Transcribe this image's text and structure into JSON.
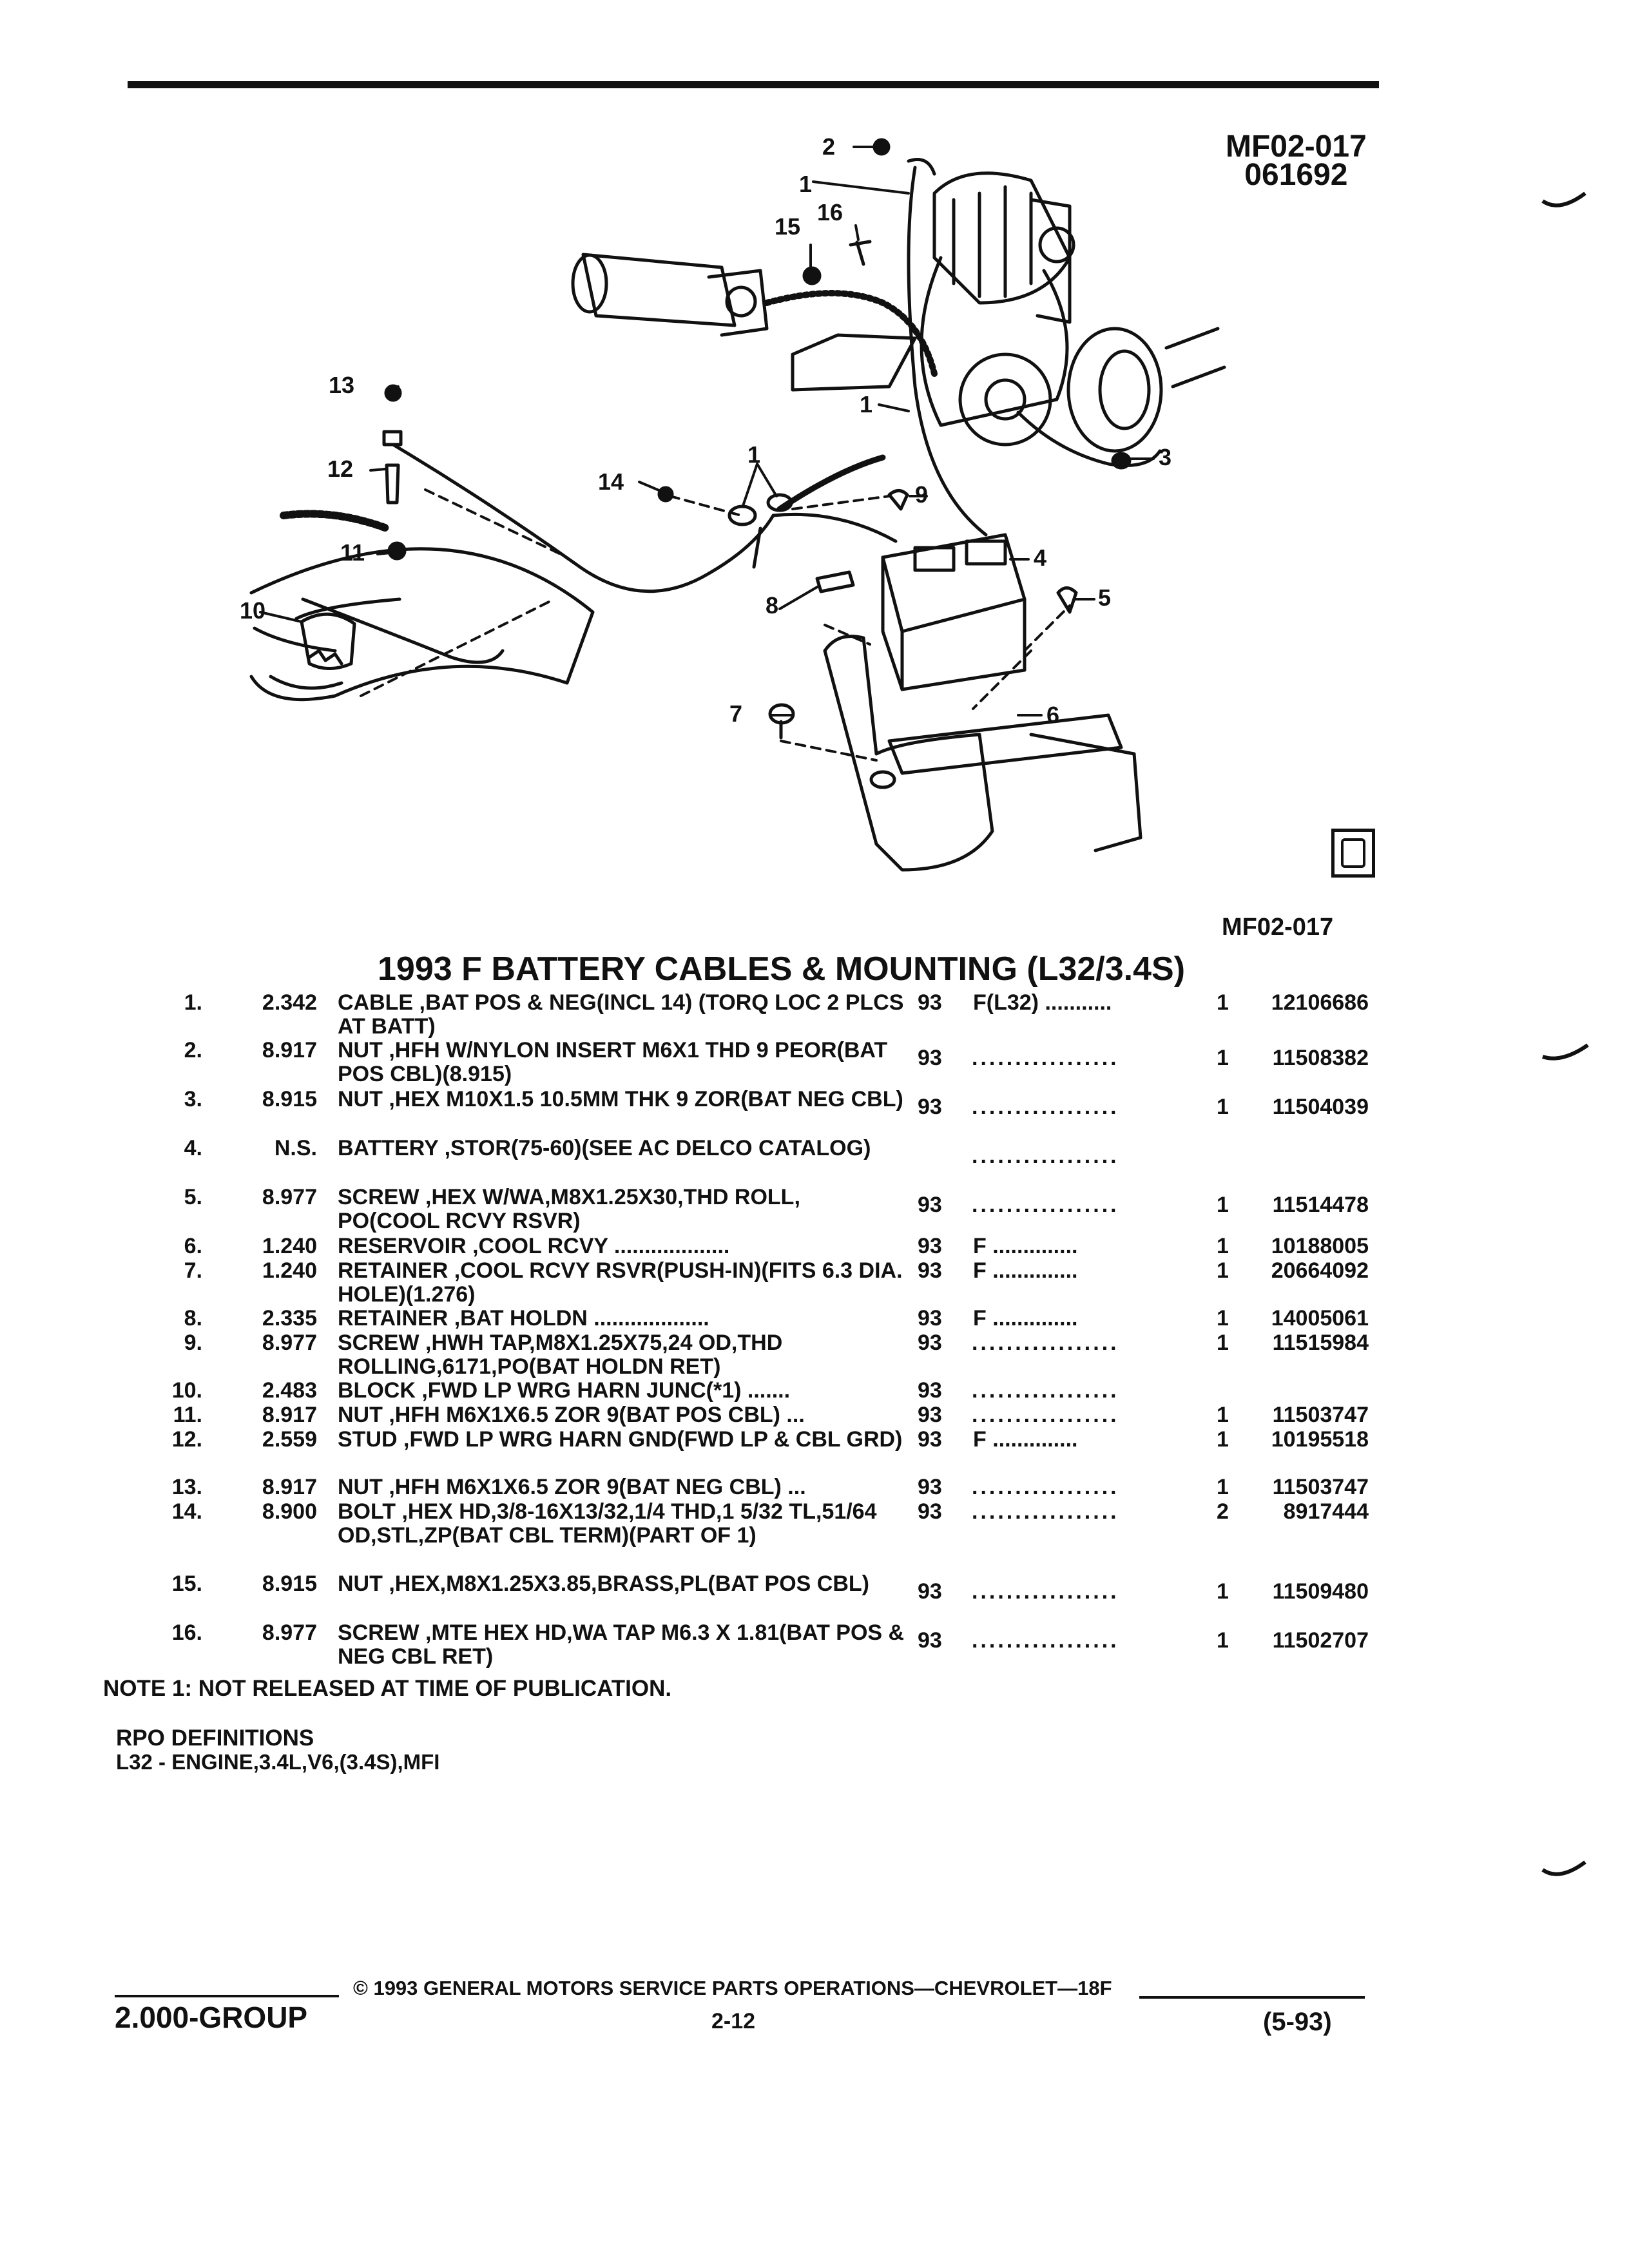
{
  "header": {
    "fig_code": "MF02-017",
    "fig_date": "061692"
  },
  "diagram": {
    "callouts": [
      "1",
      "1",
      "1",
      "2",
      "3",
      "4",
      "5",
      "6",
      "7",
      "8",
      "9",
      "10",
      "11",
      "12",
      "13",
      "14",
      "15",
      "16"
    ]
  },
  "ref_code": "MF02-017",
  "section_title": "1993 F BATTERY CABLES & MOUNTING (L32/3.4S)",
  "parts": [
    {
      "num": "1.",
      "group": "2.342",
      "desc": "CABLE ,BAT POS & NEG(INCL 14) (TORQ LOC 2 PLCS AT BATT)",
      "year": "93",
      "series": "F(L32) ...........",
      "qty": "1",
      "part_no": "12106686"
    },
    {
      "num": "2.",
      "group": "8.917",
      "desc": "NUT ,HFH W/NYLON INSERT M6X1 THD 9 PEOR(BAT POS CBL)(8.915)",
      "year": "93",
      "series": ".................",
      "qty": "1",
      "part_no": "11508382"
    },
    {
      "num": "3.",
      "group": "8.915",
      "desc": "NUT ,HEX M10X1.5 10.5MM THK 9 ZOR(BAT NEG CBL)",
      "year": "93",
      "series": ".................",
      "qty": "1",
      "part_no": "11504039"
    },
    {
      "num": "4.",
      "group": "N.S.",
      "desc": "BATTERY ,STOR(75-60)(SEE AC DELCO CATALOG)",
      "year": "",
      "series": ".................",
      "qty": "",
      "part_no": ""
    },
    {
      "num": "5.",
      "group": "8.977",
      "desc": "SCREW ,HEX W/WA,M8X1.25X30,THD ROLL, PO(COOL RCVY RSVR)",
      "year": "93",
      "series": ".................",
      "qty": "1",
      "part_no": "11514478"
    },
    {
      "num": "6.",
      "group": "1.240",
      "desc": "RESERVOIR ,COOL RCVY ...................",
      "year": "93",
      "series": "F ..............",
      "qty": "1",
      "part_no": "10188005"
    },
    {
      "num": "7.",
      "group": "1.240",
      "desc": "RETAINER ,COOL RCVY RSVR(PUSH-IN)(FITS 6.3 DIA. HOLE)(1.276)",
      "year": "93",
      "series": "F ..............",
      "qty": "1",
      "part_no": "20664092"
    },
    {
      "num": "8.",
      "group": "2.335",
      "desc": "RETAINER ,BAT HOLDN ...................",
      "year": "93",
      "series": "F ..............",
      "qty": "1",
      "part_no": "14005061"
    },
    {
      "num": "9.",
      "group": "8.977",
      "desc": "SCREW ,HWH TAP,M8X1.25X75,24 OD,THD ROLLING,6171,PO(BAT HOLDN RET)",
      "year": "93",
      "series": ".................",
      "qty": "1",
      "part_no": "11515984"
    },
    {
      "num": "10.",
      "group": "2.483",
      "desc": "BLOCK ,FWD LP WRG HARN JUNC(*1) .......",
      "year": "93",
      "series": ".................",
      "qty": "",
      "part_no": ""
    },
    {
      "num": "11.",
      "group": "8.917",
      "desc": "NUT ,HFH M6X1X6.5 ZOR 9(BAT POS CBL) ...",
      "year": "93",
      "series": ".................",
      "qty": "1",
      "part_no": "11503747"
    },
    {
      "num": "12.",
      "group": "2.559",
      "desc": "STUD ,FWD LP WRG HARN GND(FWD LP & CBL GRD)",
      "year": "93",
      "series": "F ..............",
      "qty": "1",
      "part_no": "10195518"
    },
    {
      "num": "13.",
      "group": "8.917",
      "desc": "NUT ,HFH M6X1X6.5 ZOR 9(BAT NEG CBL) ...",
      "year": "93",
      "series": ".................",
      "qty": "1",
      "part_no": "11503747"
    },
    {
      "num": "14.",
      "group": "8.900",
      "desc": "BOLT ,HEX HD,3/8-16X13/32,1/4 THD,1 5/32 TL,51/64 OD,STL,ZP(BAT CBL TERM)(PART OF 1)",
      "year": "93",
      "series": ".................",
      "qty": "2",
      "part_no": "8917444"
    },
    {
      "num": "15.",
      "group": "8.915",
      "desc": "NUT ,HEX,M8X1.25X3.85,BRASS,PL(BAT POS CBL)",
      "year": "93",
      "series": ".................",
      "qty": "1",
      "part_no": "11509480"
    },
    {
      "num": "16.",
      "group": "8.977",
      "desc": "SCREW ,MTE HEX HD,WA TAP M6.3 X 1.81(BAT POS & NEG CBL RET)",
      "year": "93",
      "series": ".................",
      "qty": "1",
      "part_no": "11502707"
    }
  ],
  "note": "NOTE 1: NOT RELEASED AT TIME OF PUBLICATION.",
  "rpo": {
    "title": "RPO DEFINITIONS",
    "definition": "L32 - ENGINE,3.4L,V6,(3.4S),MFI"
  },
  "footer": {
    "group": "2.000-GROUP",
    "copyright": "© 1993 GENERAL MOTORS SERVICE PARTS OPERATIONS—CHEVROLET—18F",
    "page": "2-12",
    "date": "(5-93)"
  }
}
